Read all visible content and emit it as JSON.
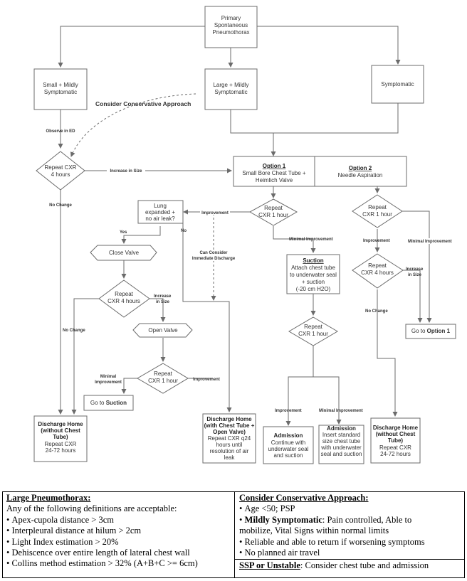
{
  "flowchart": {
    "primary": [
      "Primary",
      "Spontaneous",
      "Pneumothorax"
    ],
    "small_mildly": [
      "Small + Mildly",
      "Symptomatic"
    ],
    "large_mildly": [
      "Large + Mildly",
      "Symptomatic"
    ],
    "symptomatic": "Symptomatic",
    "consider_conservative": "Consider Conservative Approach",
    "observe_in_ed": "Observe in ED",
    "repeat_cxr_4h_left": [
      "Repeat CXR",
      "4 hours"
    ],
    "increase_in_size": "Increase in Size",
    "no_change": "No Change",
    "option1_title": "Option 1",
    "option1_body": [
      "Small Bore Chest Tube  +",
      "Heimlich Valve"
    ],
    "option2_title": "Option 2",
    "option2_body": "Needle Aspiration",
    "repeat_cxr_1h_opt1": [
      "Repeat",
      "CXR 1 hour"
    ],
    "improvement": "Improvement",
    "lung_expanded": [
      "Lung",
      "expanded +",
      "no air leak?"
    ],
    "yes": "Yes",
    "no": "No",
    "can_consider_discharge": [
      "Can Consider",
      "Immediate Discharge"
    ],
    "minimal_improvement": "Minimal Improvement",
    "close_valve": "Close Valve",
    "repeat_cxr_4h_mid": [
      "Repeat",
      "CXR 4 hours"
    ],
    "increase_in_size_2": [
      "Increase",
      "in Size"
    ],
    "no_change_2": "No Change",
    "open_valve": "Open Valve",
    "repeat_cxr_1h_mid": [
      "Repeat",
      "CXR 1 hour"
    ],
    "minimal_improvement_2": [
      "Minimal",
      "Improvement"
    ],
    "improvement_2": "Improvement",
    "goto_suction_prefix": "Go to ",
    "goto_suction_bold": "Suction",
    "discharge_without_title": [
      "Discharge Home",
      "(without Chest",
      "Tube)"
    ],
    "discharge_without_body": [
      "Repeat CXR",
      "24-72 hours"
    ],
    "discharge_with_title": [
      "Discharge Home",
      "(with Chest Tube +",
      "Open Valve)"
    ],
    "discharge_with_body": [
      "Repeat CXR q24",
      "hours until",
      "resolution of air",
      "leak"
    ],
    "suction_title": "Suction",
    "suction_body": [
      "Attach chest tube",
      "to underwater seal",
      "+ suction",
      "(-20 cm H2O)"
    ],
    "repeat_cxr_1h_suction": [
      "Repeat",
      "CXR 1 hour"
    ],
    "improvement_3": "Improvement",
    "minimal_improvement_3": "Minimal Improvement",
    "admission_1_title": "Admission",
    "admission_1_body": [
      "Continue with",
      "underwater seal",
      "and suction"
    ],
    "admission_2_title": "Admission",
    "admission_2_body": [
      "Insert standard",
      "size chest tube",
      "with underwater",
      "seal and suction"
    ],
    "repeat_cxr_1h_opt2": [
      "Repeat",
      "CXR 1 hour"
    ],
    "improvement_4": "Improvement",
    "minimal_improvement_4": "Minimal Improvement",
    "repeat_cxr_4h_opt2": [
      "Repeat",
      "CXR 4 hours"
    ],
    "increase_in_size_3": [
      "Increase",
      "in Size"
    ],
    "no_change_3": "No Change",
    "goto_option1_prefix": "Go to ",
    "goto_option1_bold": "Option 1",
    "discharge_without_2_title": [
      "Discharge Home",
      "(without Chest",
      "Tube)"
    ],
    "discharge_without_2_body": [
      "Repeat CXR",
      "24-72 hours"
    ]
  },
  "large_pneumothorax": {
    "heading": "Large Pneumothorax:",
    "intro": "Any of the following definitions are acceptable:",
    "items": [
      "Apex-cupola distance > 3cm",
      "Interpleural distance at hilum > 2cm",
      "Light Index estimation > 20%",
      "Dehiscence over entire length of lateral chest wall",
      "Collins method estimation > 32% (A+B+C >= 6cm)"
    ]
  },
  "conservative": {
    "heading": "Consider Conservative Approach:",
    "item1": "Age <50; PSP",
    "item2_bold": "Mildly Symptomatic",
    "item2_rest": ": Pain controlled, Able to",
    "item2_cont": "mobilize, Vital Signs within normal limits",
    "item3": "Reliable and able to return if worsening symptoms",
    "item4": "No planned air travel",
    "ssp_bold": "SSP or Unstable",
    "ssp_rest": ": Consider chest tube and admission"
  }
}
